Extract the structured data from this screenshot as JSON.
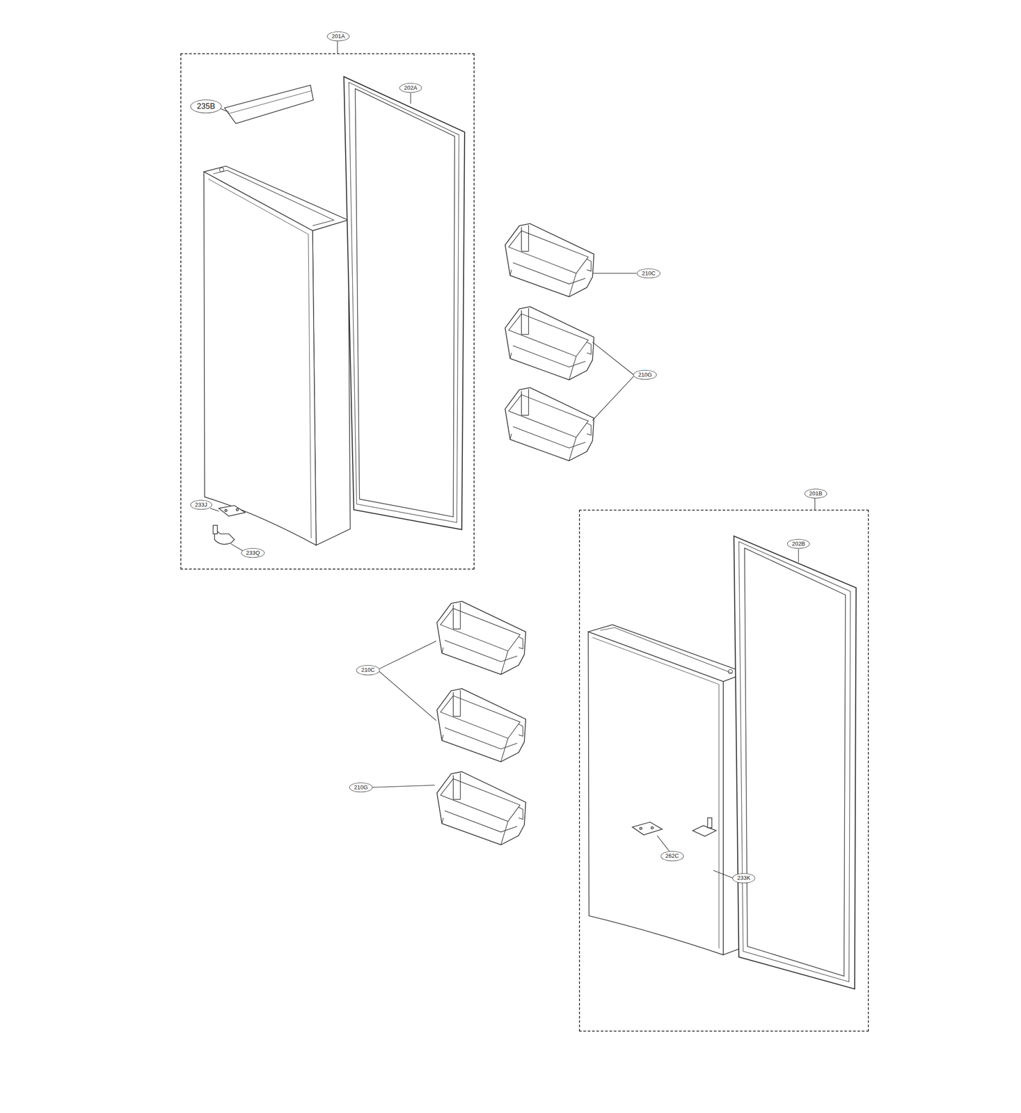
{
  "diagram": {
    "nodes": [
      {
        "text": [
          "201A"
        ]
      },
      {
        "text": [
          "201B"
        ]
      }
    ],
    "labels": [
      "235B",
      "202A",
      "210C",
      "210G",
      "233J",
      "233Q",
      "202B",
      "210C",
      "210G",
      "262C",
      "233K"
    ]
  }
}
